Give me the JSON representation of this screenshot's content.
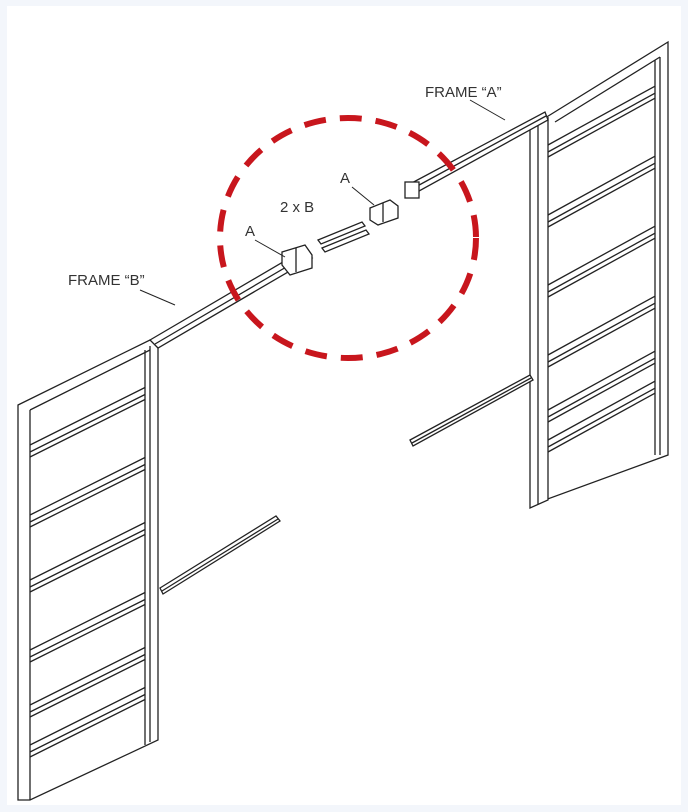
{
  "labels": {
    "frame_a": "FRAME “A”",
    "frame_b": "FRAME “B”",
    "part_a_top": "A",
    "part_b": "2 x B",
    "part_a_left": "A"
  },
  "colors": {
    "highlight": "#c8161d",
    "line": "#222222",
    "background": "#f3f6fb"
  }
}
